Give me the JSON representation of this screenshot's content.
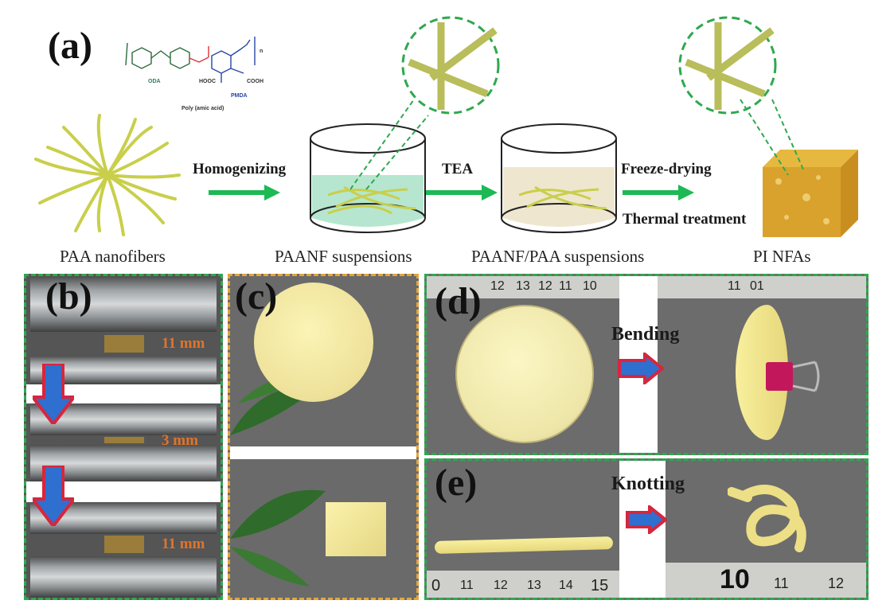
{
  "panel_a": {
    "label": "(a)",
    "chemical": {
      "title": "Poly (amic acid)",
      "oda": "ODA",
      "pmda": "PMDA",
      "hooc": "HOOC",
      "cooh": "COOH",
      "n": "n"
    },
    "steps": {
      "homogenizing": "Homogenizing",
      "tea": "TEA",
      "freeze_drying": "Freeze-drying",
      "thermal": "Thermal treatment"
    },
    "captions": {
      "paa_nanofibers": "PAA nanofibers",
      "paanf": "PAANF suspensions",
      "paanf_paa": "PAANF/PAA suspensions",
      "pi_nfas": "PI NFAs"
    }
  },
  "panel_b": {
    "label": "(b)",
    "mm_top": "11 mm",
    "mm_mid": "3 mm",
    "mm_bot": "11 mm"
  },
  "panel_c": {
    "label": "(c)"
  },
  "panel_d": {
    "label": "(d)",
    "action": "Bending",
    "ruler_left": [
      "12",
      "13",
      "12",
      "11",
      "10"
    ],
    "ruler_right": [
      "11",
      "01"
    ]
  },
  "panel_e": {
    "label": "(e)",
    "action": "Knotting",
    "ruler_left": [
      "0",
      "11",
      "12",
      "13",
      "14",
      "15"
    ],
    "ruler_right": [
      "10",
      "11",
      "12"
    ]
  },
  "colors": {
    "arrow_green": "#1db954",
    "dash_green": "#2fa84f",
    "dash_orange": "#e5a43a",
    "fiber": "#c9cf4a",
    "aerogel": "#f1ea9f",
    "red_arrow": "#d7263d",
    "blue_arrow": "#2f6fcf"
  }
}
